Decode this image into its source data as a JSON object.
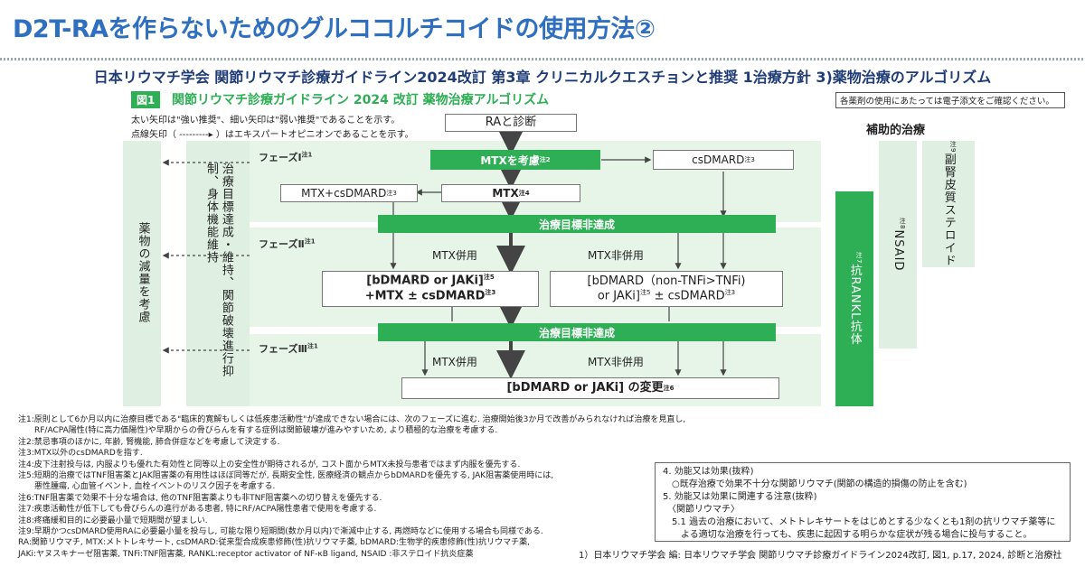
{
  "title": "D2T-RAを作らないためのグルココルチコイドの使用方法②",
  "subtitle": "日本リウマチ学会 関節リウマチ診療ガイドライン2024改訂 第3章 クリニカルクエスチョンと推奨 1治療方針 3)薬物治療のアルゴリズム",
  "figure": {
    "label": "図1",
    "title": "関節リウマチ診療ガイドライン 2024 改訂 薬物治療アルゴリズム",
    "notice": "各薬剤の使用にあたっては電子添文をご確認ください。",
    "legend_line1": "太い矢印は\"強い推奨\"、細い矢印は\"弱い推奨\"であることを示す。",
    "legend_line2": "点線矢印（ ---------▸ ）はエキスパートオピニオンであることを示す。"
  },
  "flow": {
    "start": "RAと診断",
    "phase1_label": "フェーズⅠ",
    "phase1_note": "注1",
    "mtx_consider": "MTXを考慮",
    "mtx_consider_note": "注2",
    "csdmard": "csDMARD",
    "csdmard_note": "注3",
    "mtx_plus_cs": "MTX+csDMARD",
    "mtx_plus_cs_note": "注3",
    "mtx": "MTX",
    "mtx_note": "注4",
    "not_achieved": "治療目標非達成",
    "phase2_label": "フェーズⅡ",
    "phase2_note": "注1",
    "mtx_combo": "MTX併用",
    "mtx_nocombo": "MTX非併用",
    "p2_left_line1": "[bDMARD or JAKi]",
    "p2_left_note1": "注5",
    "p2_left_line2": "+MTX ± csDMARD",
    "p2_left_note2": "注3",
    "p2_right_line1": "[bDMARD（non-TNFi>TNFi)",
    "p2_right_line2": "or JAKi]",
    "p2_right_note2": "注5",
    "p2_right_line2b": "± csDMARD",
    "p2_right_note3": "注3",
    "phase3_label": "フェーズⅢ",
    "phase3_note": "注1",
    "p3_box": "[bDMARD or JAKi] の変更",
    "p3_note": "注6",
    "left_col_text": "薬物の減量を考慮",
    "center_col_text": "治療目標達成・維持、関節破壊進行抑制、身体機能維持"
  },
  "assist": {
    "heading": "補助的治療",
    "rankl": "抗RANKL抗体",
    "rankl_note": "注7",
    "nsaid": "NSAID",
    "nsaid_note": "注8",
    "steroid": "副腎皮質ステロイド",
    "steroid_note": "注9"
  },
  "notes": [
    "注1:原則として6か月以内に治療目標である\"臨床的寛解もしくは低疾患活動性\"が達成できない場合には、次のフェーズに進む. 治療開始後3か月で改善がみられなければ治療を見直し,",
    "　　RF/ACPA陽性(特に高力価陽性)や早期からの骨びらんを有する症例は関節破壊が進みやすいため, より積極的な治療を考慮する.",
    "注2:禁忌事項のほかに, 年齢, 腎機能, 肺合併症などを考慮して決定する.",
    "注3:MTX以外のcsDMARDを指す.",
    "注4:皮下注射投与は, 内服よりも優れた有効性と同等以上の安全性が期待されるが, コスト面からMTX未投与患者ではまず内服を優先する.",
    "注5:短期的治療ではTNF阻害薬とJAK阻害薬の有用性はほぼ同等だが, 長期安全性, 医療経済の観点からbDMARDを優先する, JAK阻害薬使用時には,",
    "　　悪性腫瘍, 心血管イベント, 血栓イベントのリスク因子を考慮する.",
    "注6:TNF阻害薬で効果不十分な場合は, 他のTNF阻害薬よりも非TNF阻害薬への切り替えを優先する.",
    "注7:疾患活動性が低下しても骨びらんの進行がある患者, 特にRF/ACPA陽性患者で使用を考慮する.",
    "注8:疼痛緩和目的に必要最小量で短期間が望ましい.",
    "注9:早期かつcsDMARD使用RAに必要最小量を投与し, 可能な限り短期間(数か月以内)で漸減中止する, 再燃時などに使用する場合も同様である.",
    "RA:関節リウマチ, MTX:メトトレキサート, csDMARD:従来型合成疾患修飾(性)抗リウマチ薬, bDMARD:生物学的疾患修飾(性)抗リウマチ薬,",
    "JAKi:ヤヌスキナーゼ阻害薬, TNFi:TNF阻害薬, RANKL:receptor activator of NF-κB ligand, NSAID :非ステロイド抗炎症薬"
  ],
  "annotation": [
    "4. 効能又は効果(抜粋)",
    "　○既存治療で効果不十分な関節リウマチ(関節の構造的損傷の防止を含む)",
    "5. 効能又は効果に関連する注意(抜粋)",
    "　〈関節リウマチ〉",
    "　5.1 過去の治療において、メトトレキサートをはじめとする少なくとも1剤の抗リウマチ薬等に",
    "　　よる適切な治療を行っても、疾患に起因する明らかな症状が残る場合に投与すること。"
  ],
  "citation": "1）日本リウマチ学会 編: 日本リウマチ学会 関節リウマチ診療ガイドライン2024改訂, 図1, p.17, 2024, 診断と治療社"
}
